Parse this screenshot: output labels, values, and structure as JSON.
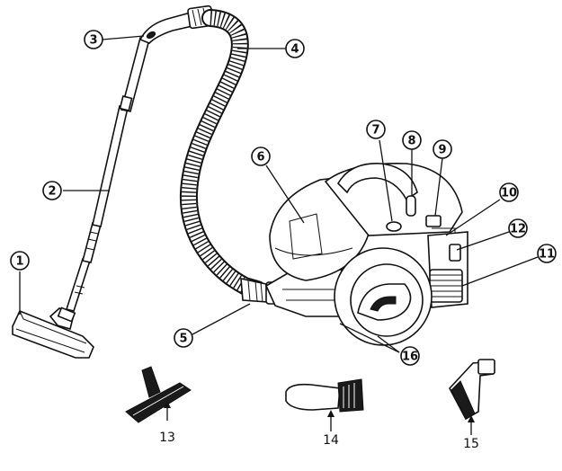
{
  "callouts": [
    {
      "id": "1",
      "label": "1"
    },
    {
      "id": "2",
      "label": "2"
    },
    {
      "id": "3",
      "label": "3"
    },
    {
      "id": "4",
      "label": "4"
    },
    {
      "id": "5",
      "label": "5"
    },
    {
      "id": "6",
      "label": "6"
    },
    {
      "id": "7",
      "label": "7"
    },
    {
      "id": "8",
      "label": "8"
    },
    {
      "id": "9",
      "label": "9"
    },
    {
      "id": "10",
      "label": "10"
    },
    {
      "id": "11",
      "label": "11"
    },
    {
      "id": "12",
      "label": "12"
    },
    {
      "id": "16",
      "label": "16"
    }
  ],
  "accessories": [
    {
      "id": "13",
      "label": "13"
    },
    {
      "id": "14",
      "label": "14"
    },
    {
      "id": "15",
      "label": "15"
    }
  ]
}
